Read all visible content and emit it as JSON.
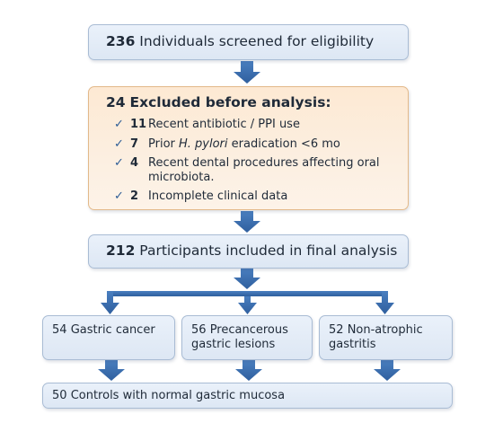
{
  "screened": {
    "number": "236",
    "text": "Individuals screened for eligibility"
  },
  "excluded": {
    "number": "24",
    "text": "Excluded before analysis:",
    "items": [
      {
        "number": "11",
        "text": "Recent antibiotic / PPI use"
      },
      {
        "number": "7",
        "text_before": "Prior ",
        "text_italic": "H. pylori",
        "text_after": " eradication <6 mo"
      },
      {
        "number": "4",
        "text": "Recent dental procedures affecting oral microbiota."
      },
      {
        "number": "2",
        "text": "Incomplete clinical data"
      }
    ]
  },
  "included": {
    "number": "212",
    "text": "Participants included in final analysis"
  },
  "groups": [
    {
      "number": "54",
      "text": "Gastric cancer"
    },
    {
      "number": "56",
      "text": "Precancerous gastric lesions"
    },
    {
      "number": "52",
      "text": "Non-atrophic gastritis"
    }
  ],
  "controls": {
    "number": "50",
    "text": "Controls with normal gastric mucosa"
  },
  "colors": {
    "arrow": "#3d6fb0",
    "box_fill": "#e3ecf7",
    "box_border": "#a9bcd4",
    "excluded_fill": "#fdeedc",
    "excluded_border": "#e3b98a"
  },
  "icons": {
    "check": "✓"
  }
}
